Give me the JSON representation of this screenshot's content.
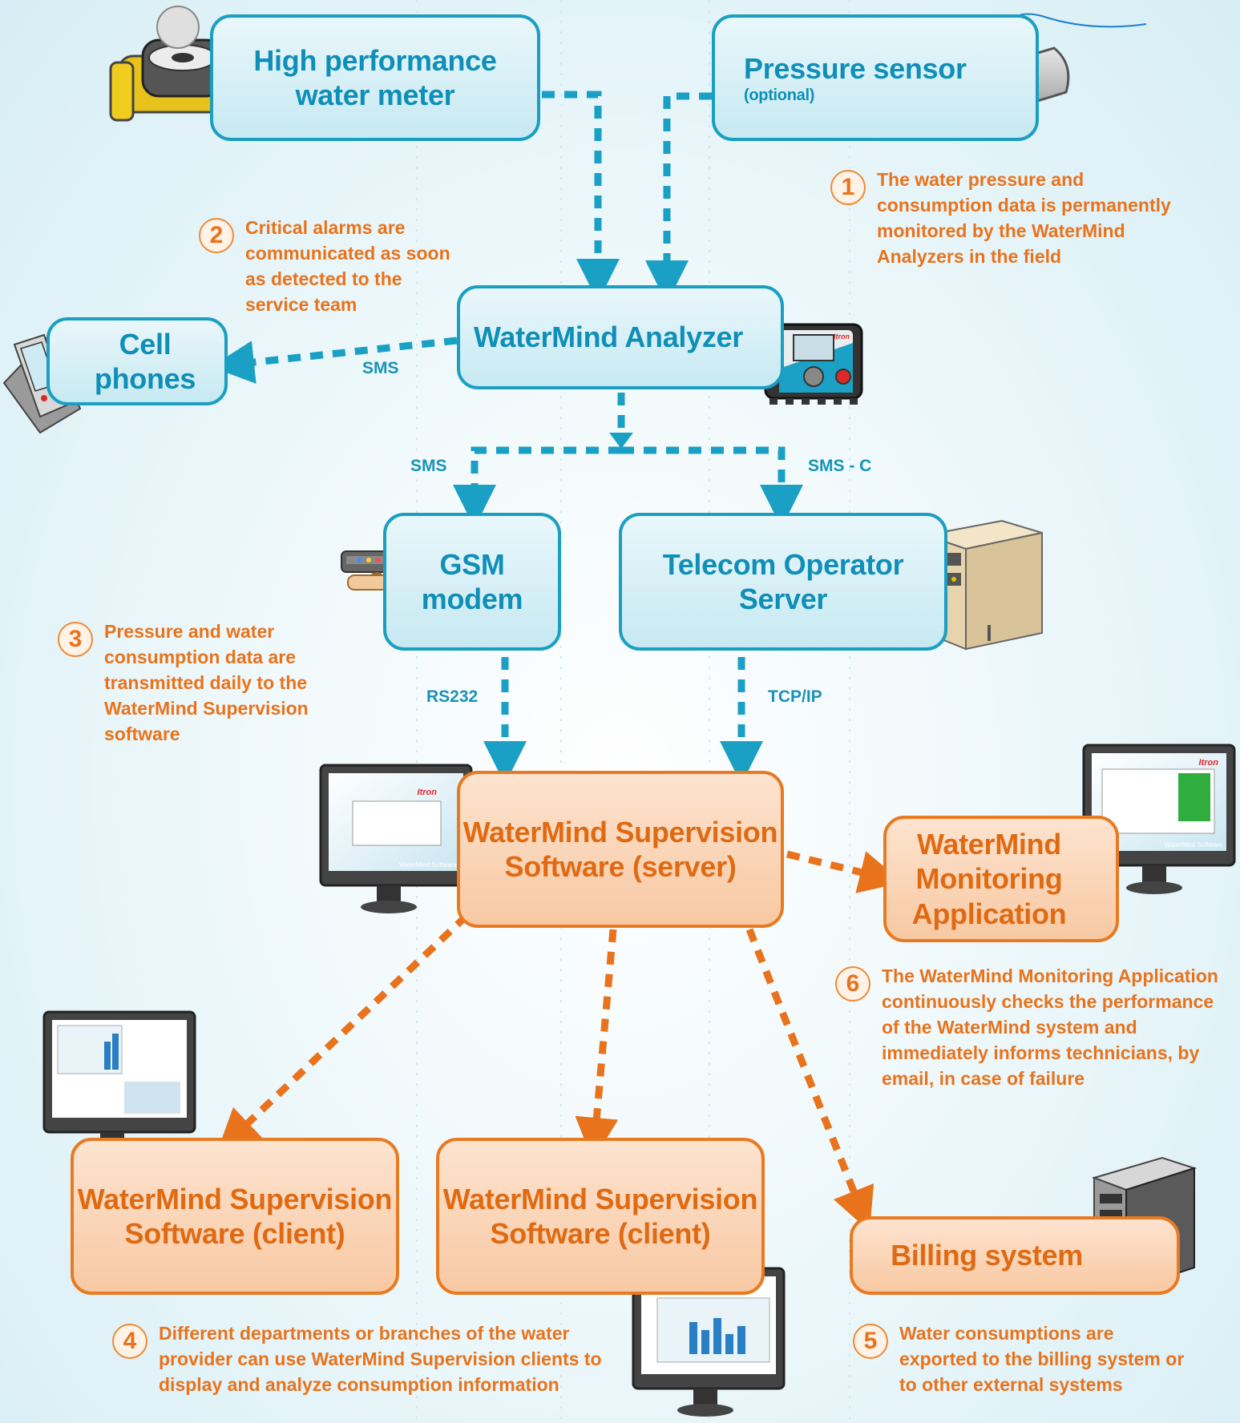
{
  "nodes": {
    "water_meter": {
      "line1": "High performance",
      "line2": "water meter"
    },
    "pressure_sensor": {
      "title": "Pressure sensor",
      "subtitle": "(optional)"
    },
    "analyzer": {
      "title": "WaterMind Analyzer"
    },
    "cell_phones": {
      "title": "Cell phones"
    },
    "gsm_modem": {
      "line1": "GSM",
      "line2": "modem"
    },
    "telecom_server": {
      "line1": "Telecom Operator",
      "line2": "Server"
    },
    "supervision_server": {
      "line1": "WaterMind Supervision",
      "line2": "Software (server)"
    },
    "monitoring_app": {
      "line1": "WaterMind",
      "line2": "Monitoring",
      "line3": "Application"
    },
    "client_left": {
      "line1": "WaterMind Supervision",
      "line2": "Software (client)"
    },
    "client_middle": {
      "line1": "WaterMind Supervision",
      "line2": "Software (client)"
    },
    "billing": {
      "title": "Billing system"
    }
  },
  "links": {
    "sms_phones": "SMS",
    "sms_modem": "SMS",
    "sms_c_telecom": "SMS - C",
    "rs232": "RS232",
    "tcp_ip": "TCP/IP"
  },
  "steps": [
    {
      "number": "1",
      "lines": [
        "The water pressure and",
        "consumption data is permanently",
        "monitored by the WaterMind",
        "Analyzers in the field"
      ]
    },
    {
      "number": "2",
      "lines": [
        "Critical alarms are",
        "communicated as soon",
        "as detected to the",
        "service team"
      ]
    },
    {
      "number": "3",
      "lines": [
        "Pressure and water",
        "consumption data are",
        "transmitted daily to the",
        "WaterMind Supervision",
        "software"
      ]
    },
    {
      "number": "4",
      "lines": [
        "Different departments or branches of the water",
        "provider can use WaterMind Supervision clients to",
        "display and analyze consumption information"
      ]
    },
    {
      "number": "5",
      "lines": [
        "Water consumptions are",
        "exported to the billing system or",
        "to other external systems"
      ]
    },
    {
      "number": "6",
      "lines": [
        "The WaterMind Monitoring Application",
        "continuously checks the performance",
        "of the WaterMind system and",
        "immediately informs technicians, by",
        "email, in case of failure"
      ]
    }
  ],
  "device_labels": {
    "analyzer_brand": "Itron",
    "monitor_brand": "Itron",
    "monitor_footer": "WaterMind Software",
    "monitoring_footer": "WaterMind Software"
  },
  "colors": {
    "blue_accent": "#1a9fc2",
    "orange_accent": "#e87a22",
    "step_text": "#e8731c"
  }
}
